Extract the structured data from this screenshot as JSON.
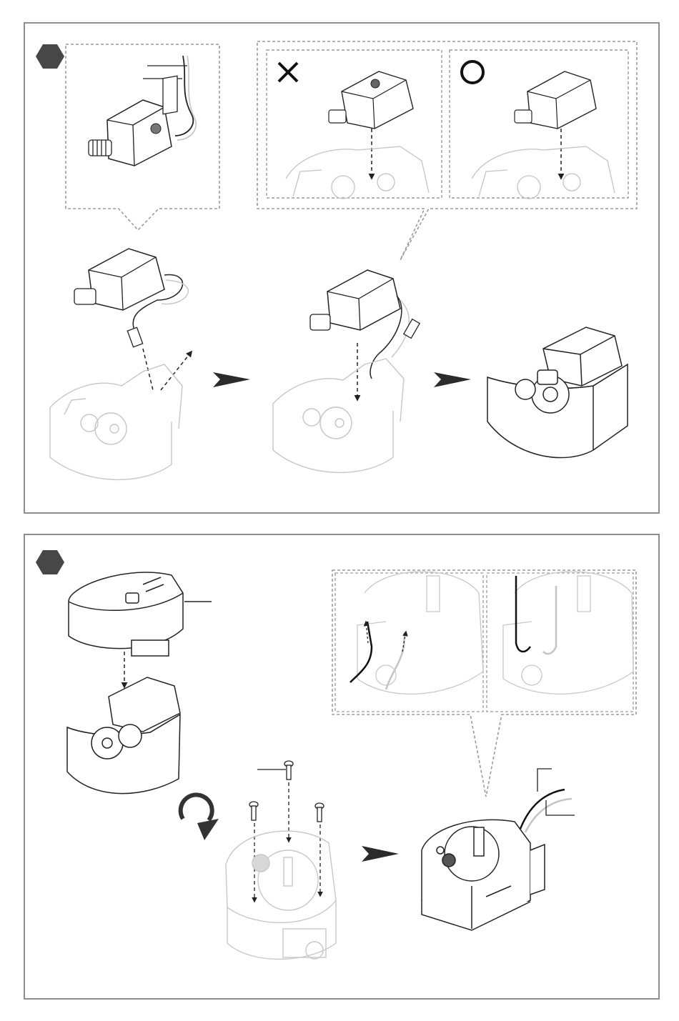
{
  "page": {
    "colors": {
      "frame": "#8e8e8e",
      "step_badge": "#474747",
      "line_dark": "#222222",
      "line_light": "#bdbdbd",
      "dashed_callout": "#9a9a9a",
      "arrow": "#2b2b2b"
    }
  },
  "steps": [
    {
      "badge_icon": "hexagon-icon",
      "callouts": [
        {
          "kind": "detail",
          "icon": "motor-with-wires-icon"
        },
        {
          "kind": "comparison",
          "wrong_mark": "✕",
          "right_mark": "○"
        }
      ],
      "sequence_arrows": 2
    },
    {
      "badge_icon": "hexagon-icon",
      "callouts": [
        {
          "kind": "wire-routing-detail",
          "icon": "gearbox-wire-clips-icon"
        }
      ],
      "flip_icon": "rotate-arrow-icon",
      "screws": 3,
      "sequence_arrows": 1
    }
  ]
}
